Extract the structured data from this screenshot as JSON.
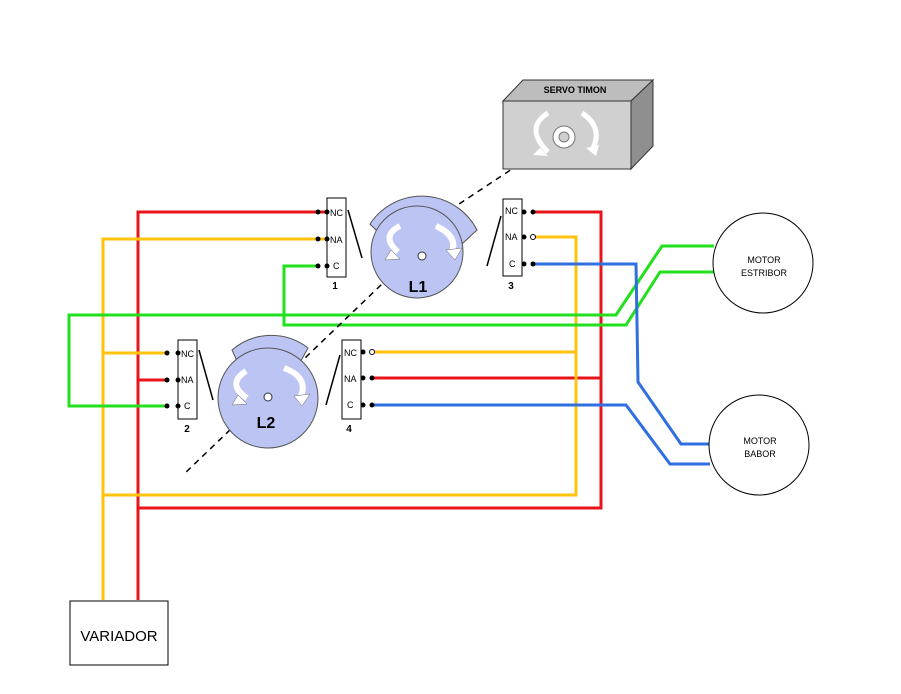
{
  "servo": {
    "label": "SERVO TIMON"
  },
  "cams": {
    "l1": "L1",
    "l2": "L2"
  },
  "switches": {
    "s1": {
      "number": "1",
      "nc": "NC",
      "na": "NA",
      "c": "C"
    },
    "s2": {
      "number": "2",
      "nc": "NC",
      "na": "NA",
      "c": "C"
    },
    "s3": {
      "number": "3",
      "nc": "NC",
      "na": "NA",
      "c": "C"
    },
    "s4": {
      "number": "4",
      "nc": "NC",
      "na": "NA",
      "c": "C"
    }
  },
  "motors": {
    "estribor": {
      "line1": "MOTOR",
      "line2": "ESTRIBOR"
    },
    "babor": {
      "line1": "MOTOR",
      "line2": "BABOR"
    }
  },
  "variador": {
    "label": "VARIADOR"
  },
  "wire_colors": {
    "red": "#e8141b",
    "yellow": "#ffc20e",
    "green": "#22e01e",
    "blue": "#2f6fe0",
    "cam_fill": "#bcc4f4",
    "servo_fill": "#d0d0d0"
  }
}
